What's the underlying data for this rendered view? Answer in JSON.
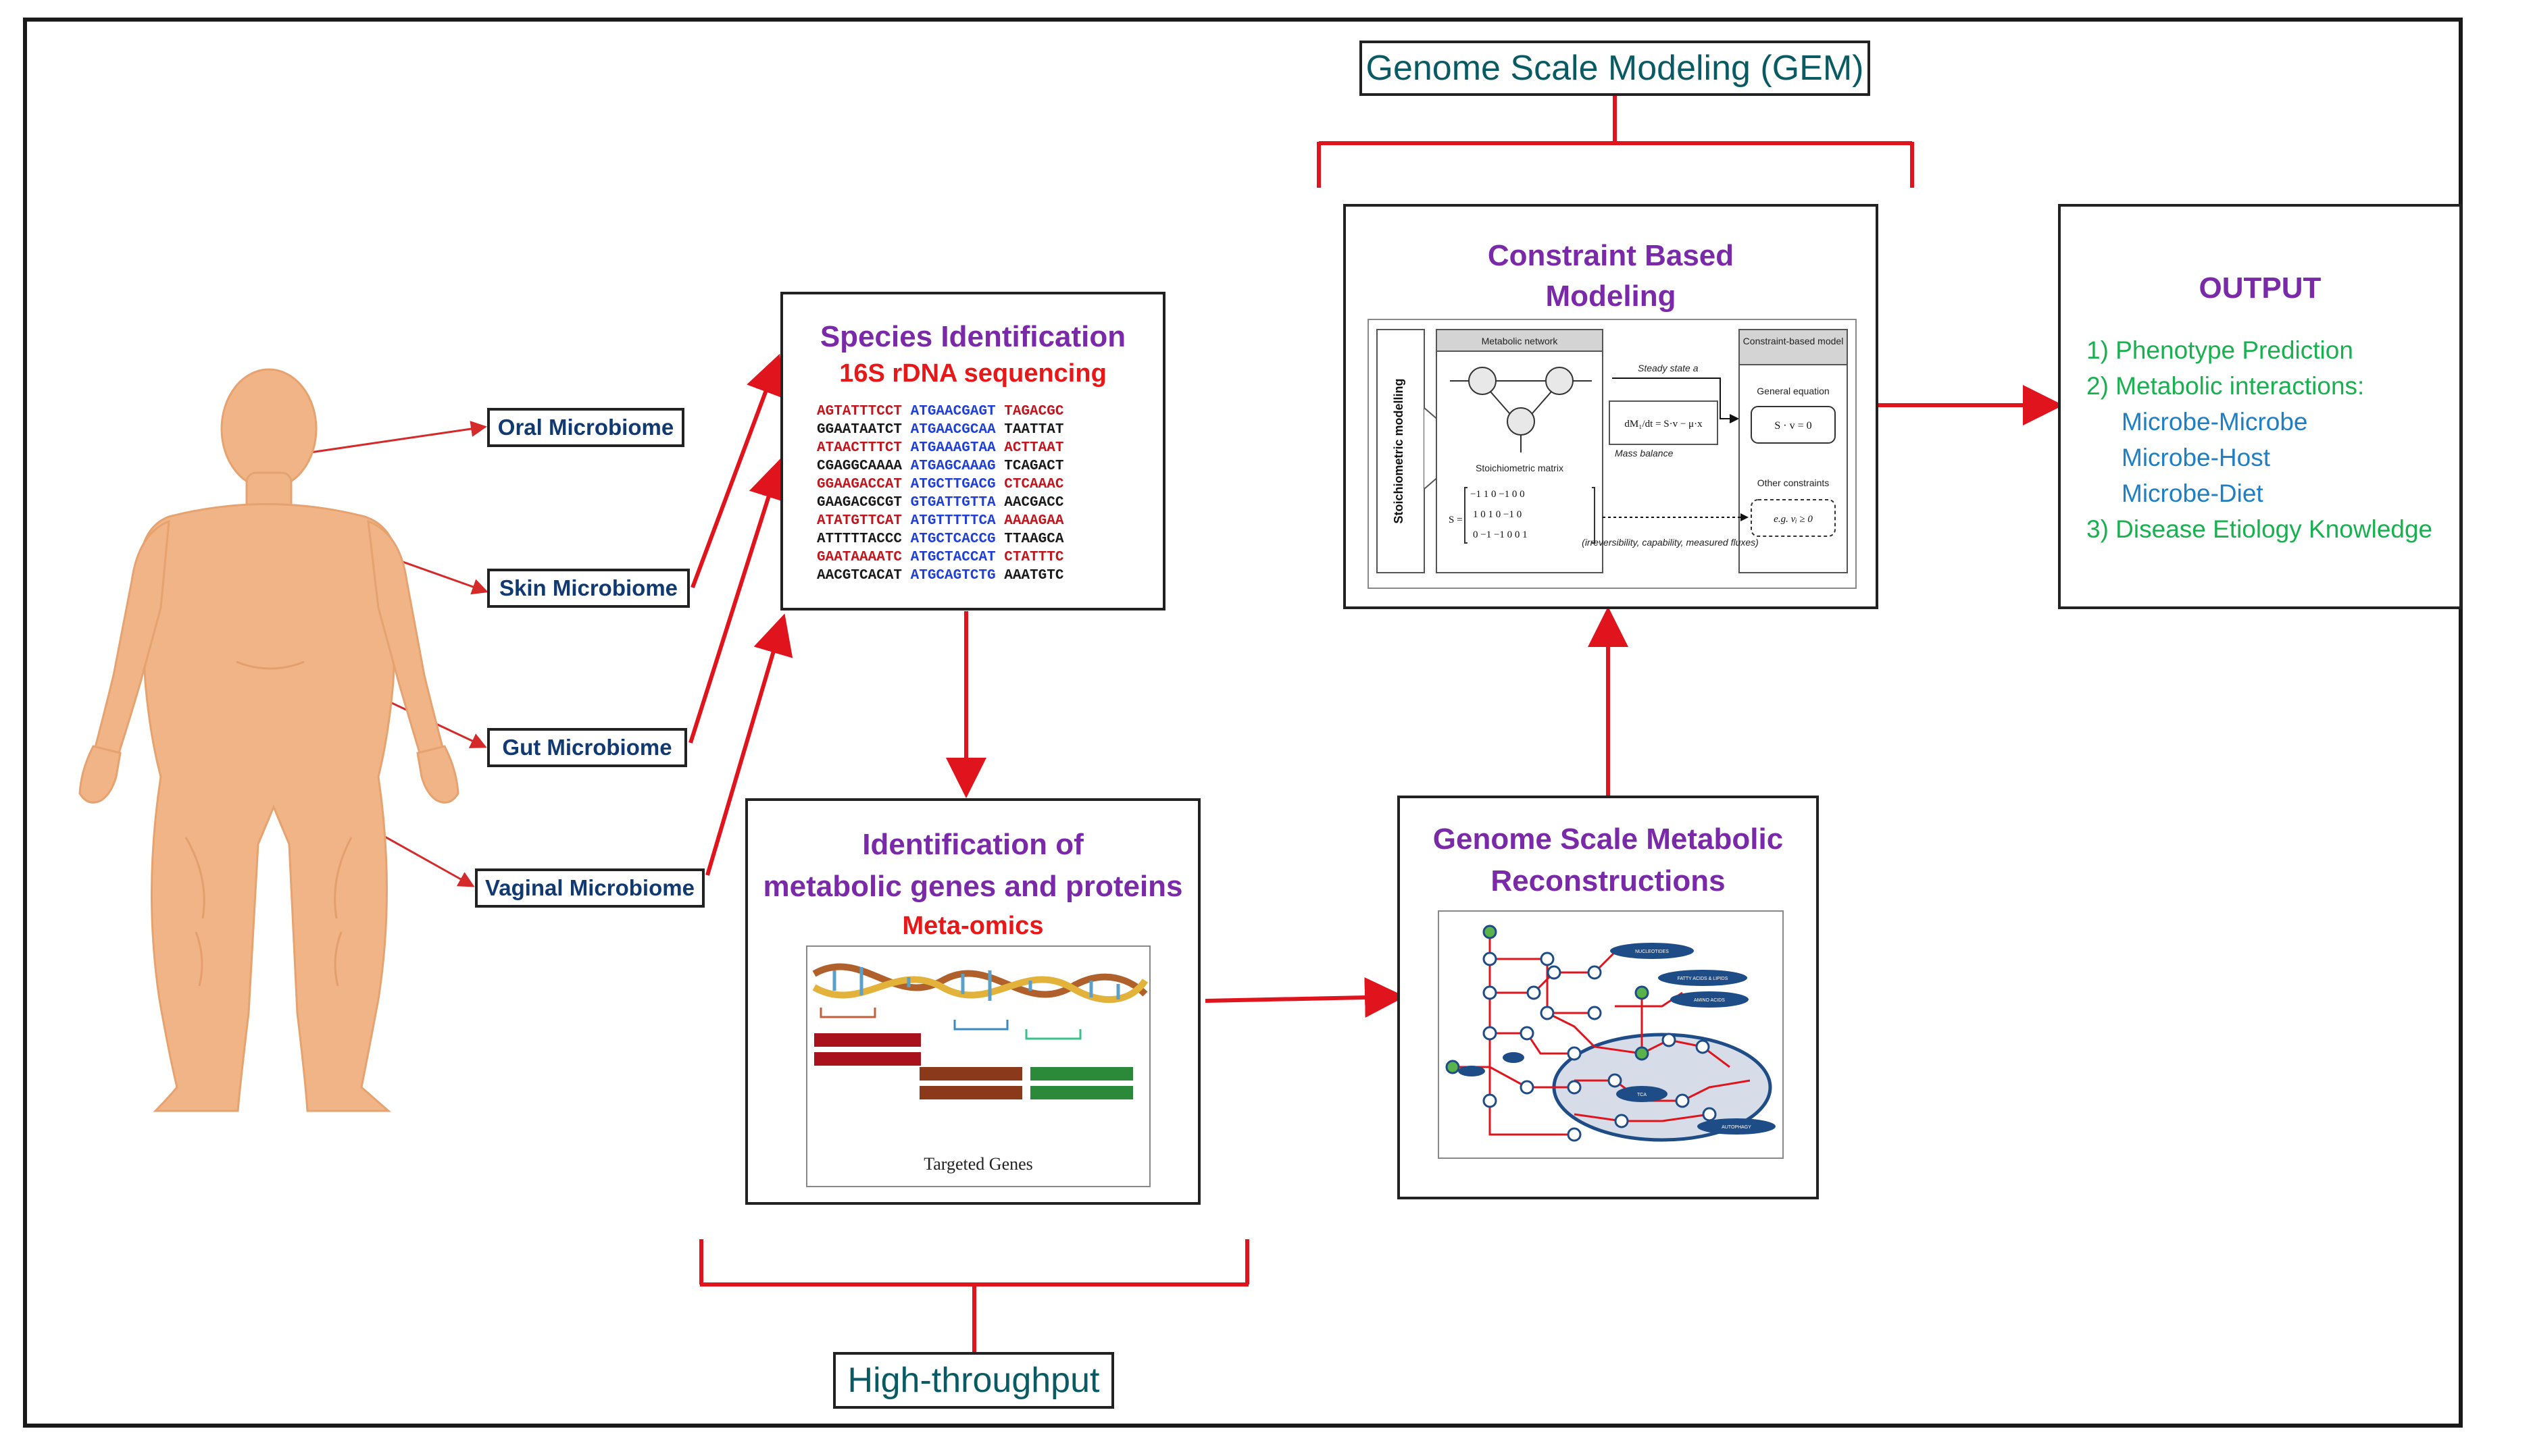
{
  "colors": {
    "arrow": "#e0141c",
    "teal": "#0a5a63",
    "purple": "#7a2aa8",
    "red": "#e81818",
    "navy": "#123a72",
    "green": "#19b050",
    "blue": "#1e7fc4",
    "skin": "#f0b487"
  },
  "microbiomes": [
    {
      "label": "Oral Microbiome"
    },
    {
      "label": "Skin Microbiome"
    },
    {
      "label": "Gut Microbiome"
    },
    {
      "label": "Vaginal Microbiome"
    }
  ],
  "gem_label": "Genome Scale Modeling (GEM)",
  "high_throughput_label": "High-throughput",
  "species_box": {
    "title": "Species Identification",
    "subtitle": "16S rDNA sequencing",
    "sequences": [
      "AGTATTTCCT ATGAACGAGT TAGACGC",
      "GGAATAATCT ATGAACGCAA TAATTAT",
      "ATAACTTTCT ATGAAAGTAA ACTTAAT",
      "CGAGGCAAAA ATGAGCAAAG TCAGACT",
      "GGAAGACCAT ATGCTTGACG CTCAAAC",
      "GAAGACGCGT GTGATTGTTA AACGACC",
      "ATATGTTCAT ATGTTTTTCA AAAAGAA",
      "ATTTTTACCC ATGCTCACCG TTAAGCA",
      "GAATAAAATC ATGCTACCAT CTATTTC",
      "AACGTCACAT ATGCAGTCTG AAATGTC"
    ]
  },
  "meta_box": {
    "title_line1": "Identification of",
    "title_line2": "metabolic genes and proteins",
    "subtitle": "Meta-omics",
    "image_caption": "Targeted Genes"
  },
  "gsmr_box": {
    "title_line1": "Genome Scale Metabolic",
    "title_line2": "Reconstructions",
    "map_labels": [
      "NUCLEOTIDES",
      "FATTY ACIDS & LIPIDS",
      "AMINO ACIDS",
      "TCA",
      "AUTOPHAGY"
    ]
  },
  "cbm_box": {
    "title_line1": "Constraint Based",
    "title_line2": "Modeling",
    "side_label": "Stoichiometric modelling",
    "network_label": "Metabolic network",
    "steady_state": "Steady state a",
    "mass_balance": "Mass balance",
    "equation": "dM₁/dt = S·v − μ·x",
    "stoich_label": "Stoichiometric matrix",
    "model_label": "Constraint-based model",
    "general_eq_label": "General equation",
    "general_eq": "S · v = 0",
    "other_constraints": "Other constraints",
    "constraint_eq": "e.g.   vᵢ ≥ 0",
    "notes": "(irreversibility, capability, measured fluxes)",
    "matrix_rows": [
      "−1  1  0  −1  0  0",
      "1  0  1  0  −1  0",
      "0  −1  −1  0  0  1"
    ]
  },
  "output_box": {
    "title": "OUTPUT",
    "items": [
      {
        "text": "1) Phenotype Prediction",
        "color": "green",
        "indent": false
      },
      {
        "text": "2) Metabolic interactions:",
        "color": "green",
        "indent": false
      },
      {
        "text": "Microbe-Microbe",
        "color": "blue",
        "indent": true
      },
      {
        "text": "Microbe-Host",
        "color": "blue",
        "indent": true
      },
      {
        "text": "Microbe-Diet",
        "color": "blue",
        "indent": true
      },
      {
        "text": "3) Disease Etiology Knowledge",
        "color": "green",
        "indent": false
      }
    ]
  }
}
